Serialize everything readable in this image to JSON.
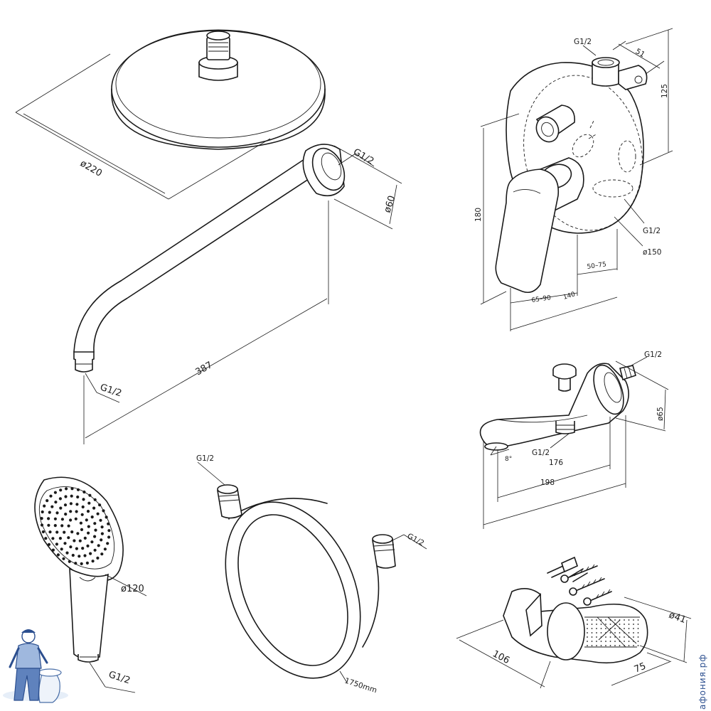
{
  "overhead_shower": {
    "diameter": "ø220"
  },
  "shower_arm": {
    "thread_top": "G1/2",
    "flange_diameter": "ø60",
    "length": "387",
    "thread_bottom": "G1/2"
  },
  "mixer": {
    "thread_top": "G1/2",
    "depth": "51",
    "height_top": "125",
    "height_total": "180",
    "thread_side": "G1/2",
    "plate_diameter": "ø150",
    "range_1": "65–90",
    "range_2": "50–75",
    "width": "140"
  },
  "spout": {
    "thread_back": "G1/2",
    "flange_diameter": "ø65",
    "angle": "8°",
    "thread_bottom": "G1/2",
    "length_1": "176",
    "length_2": "198"
  },
  "hand_shower": {
    "diameter": "ø120",
    "thread": "G1/2"
  },
  "hose": {
    "thread_1": "G1/2",
    "thread_2": "G1/2",
    "length": "1750mm"
  },
  "holder": {
    "diameter": "ø41",
    "length": "106",
    "width": "75"
  },
  "watermark": {
    "text": "афония.рф"
  }
}
